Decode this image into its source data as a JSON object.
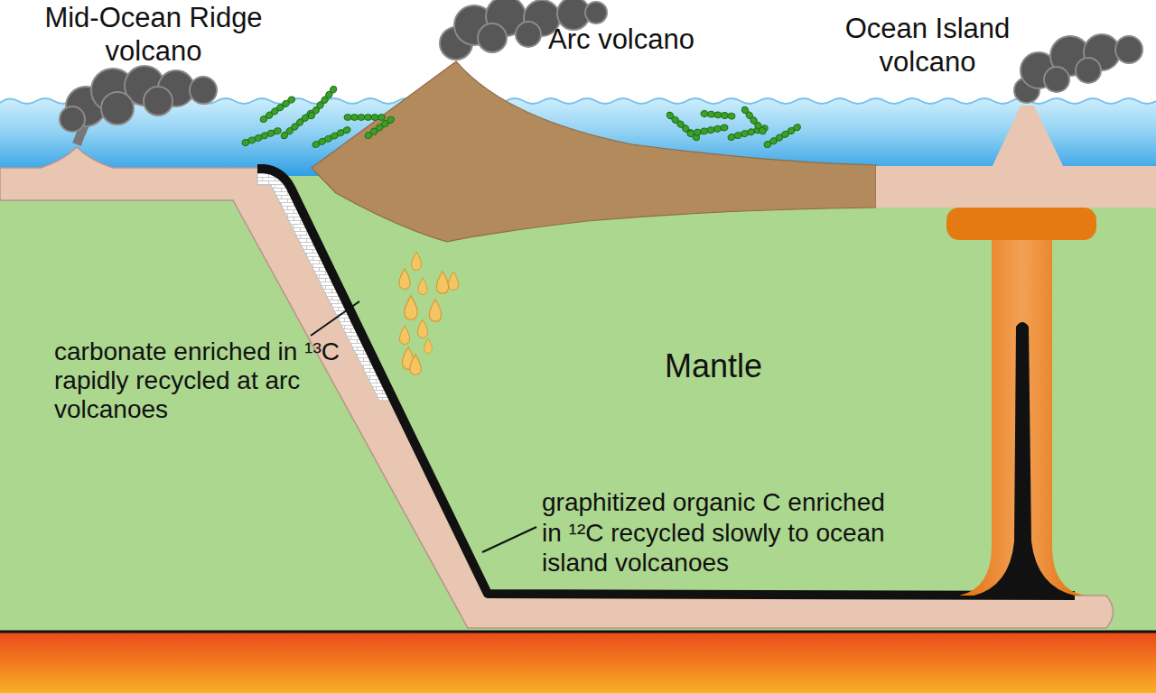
{
  "diagram": {
    "labels": [
      "Mid-Ocean Ridge volcano",
      "Arc volcano",
      "Ocean Island volcano",
      "carbonate enriched in ¹³C rapidly recycled at arc volcanoes",
      "Mantle",
      "graphitized organic C enriched in ¹²C recycled slowly to ocean island volcanoes"
    ]
  }
}
